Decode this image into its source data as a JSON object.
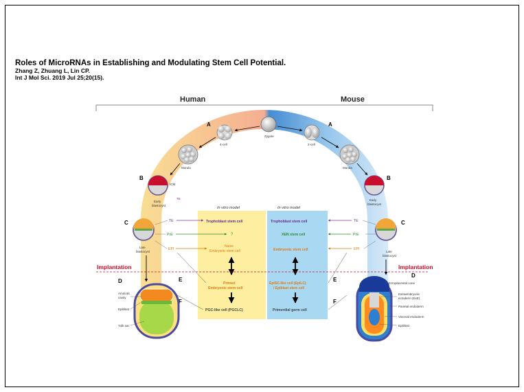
{
  "citation": {
    "title": "Roles of MicroRNAs in Establishing and Modulating Stem Cell Potential.",
    "authors": "Zhang Z, Zhuang L, Lin CP.",
    "journal": "Int J Mol Sci. 2019 Jul 25;20(15)."
  },
  "figure": {
    "human_label": "Human",
    "mouse_label": "Mouse",
    "stages": {
      "zygote": "Zygote",
      "four_cell": "4-cell",
      "two_cell": "2-cell",
      "morula": "Morula",
      "icm": "ICM",
      "te": "TE",
      "early_blastocyst": [
        "Early",
        "blastocyst"
      ],
      "late_blastocyst": [
        "Late",
        "blastocyst"
      ],
      "pre": "PrE",
      "epi": "EPI",
      "implantation": "Implantation"
    },
    "panel_letters": {
      "a": "A",
      "b": "B",
      "c": "C",
      "d": "D",
      "e": "E",
      "f": "F"
    },
    "human_invitro": {
      "header": "In vitro model",
      "trophoblast": "Trophoblast stem cell",
      "question": "?",
      "naive": [
        "Naïve",
        "Embryonic stem cell"
      ],
      "primed": [
        "Primed",
        "Embryonic stem cell"
      ],
      "pgclc": "PGC-like cell (PGCLC)"
    },
    "mouse_invitro": {
      "header": "In vitro model",
      "trophoblast": "Trophoblast stem cell",
      "xen": "XEN stem cell",
      "esc": "Embryonic stem cell",
      "epilc": [
        "EpiSC-like cell (EpiLC)",
        "/ Epiblast stem cell"
      ],
      "pgc": "Primordial germ cell"
    },
    "human_embryo": {
      "amniotic": [
        "Amniotic",
        "cavity"
      ],
      "epiblast": "Epiblast",
      "yolk_sac": "Yolk sac"
    },
    "mouse_embryo": {
      "ectoplacental": "Ectoplacental cone",
      "exe": [
        "Extraembryonic",
        "ectoderm (ExE)"
      ],
      "parietal": "Parietal endoderm",
      "visceral": "Visceral endoderm",
      "epiblast": "Epiblast"
    }
  },
  "colors": {
    "human_arc": "#f7c98a",
    "mouse_arc": "#3a86cf",
    "human_panel": "#fdeea0",
    "mouse_panel": "#a9d8f2",
    "purple_text": "#6a2a94",
    "green_text": "#2e8b2e",
    "orange_text": "#e07a10",
    "red_text": "#c8102e"
  }
}
